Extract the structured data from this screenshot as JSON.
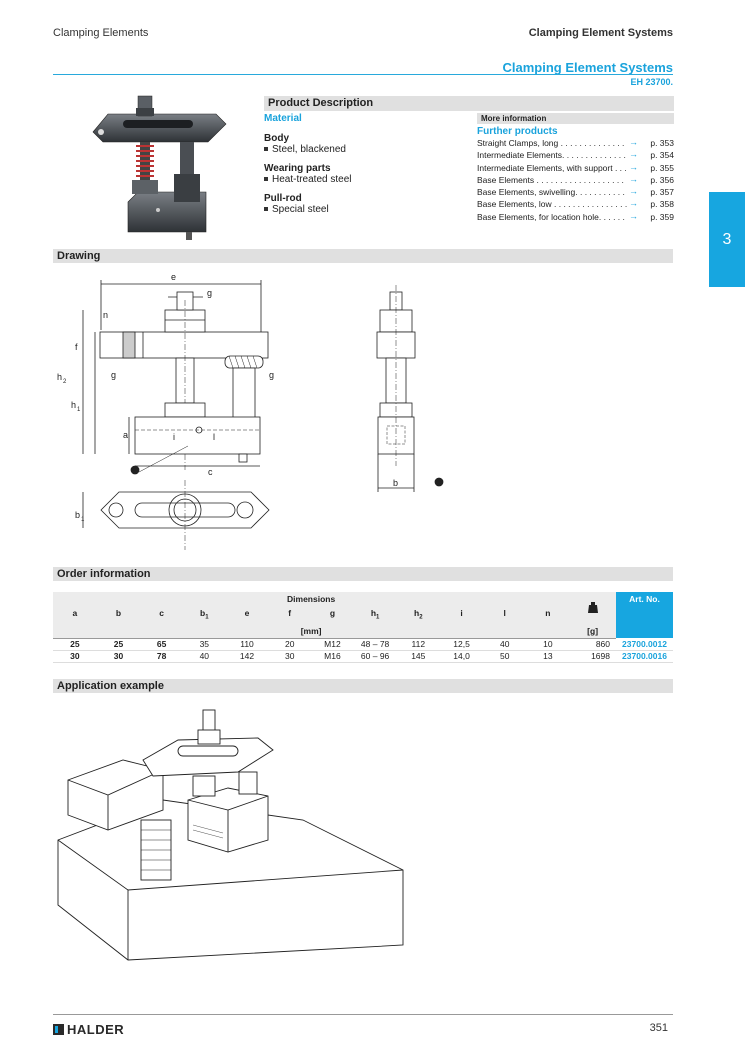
{
  "header": {
    "left": "Clamping Elements",
    "right": "Clamping Element Systems",
    "title": "Clamping Element Systems",
    "code": "EH 23700."
  },
  "side_tab": "3",
  "product_description": {
    "heading": "Product Description",
    "material_label": "Material",
    "groups": [
      {
        "title": "Body",
        "item": "Steel, blackened"
      },
      {
        "title": "Wearing parts",
        "item": "Heat-treated steel"
      },
      {
        "title": "Pull-rod",
        "item": "Special steel"
      }
    ]
  },
  "more_info": {
    "heading": "More information",
    "further_label": "Further products",
    "items": [
      {
        "name": "Straight Clamps, long . . . . . . . . . . . . . .",
        "page": "p. 353"
      },
      {
        "name": "Intermediate Elements. . . . . . . . . . . . . .",
        "page": "p. 354"
      },
      {
        "name": "Intermediate Elements, with support . . .",
        "page": "p. 355"
      },
      {
        "name": "Base Elements . . . . . . . . . . . . . . . . . . .",
        "page": "p. 356"
      },
      {
        "name": "Base Elements, swivelling. . . . . . . . . . .",
        "page": "p. 357"
      },
      {
        "name": "Base Elements, low . . . . . . . . . . . . . . . .",
        "page": "p. 358"
      },
      {
        "name": "Base Elements, for location hole. . . . . .",
        "page": "p. 359"
      }
    ],
    "arrow": "→"
  },
  "sections": {
    "drawing": "Drawing",
    "order": "Order information",
    "application": "Application example"
  },
  "drawing_labels": {
    "e": "e",
    "g": "g",
    "n": "n",
    "f": "f",
    "h2": "h",
    "h2_sub": "2",
    "h1": "h",
    "h1_sub": "1",
    "a": "a",
    "i": "i",
    "l": "l",
    "c": "c",
    "b": "b",
    "b1": "b",
    "b1_sub": "1"
  },
  "order_table": {
    "dimensions_label": "Dimensions",
    "unit_label": "[mm]",
    "weight_unit": "[g]",
    "art_label": "Art. No.",
    "columns": [
      {
        "main": "a",
        "sub": ""
      },
      {
        "main": "b",
        "sub": ""
      },
      {
        "main": "c",
        "sub": ""
      },
      {
        "main": "b",
        "sub": "1"
      },
      {
        "main": "e",
        "sub": ""
      },
      {
        "main": "f",
        "sub": ""
      },
      {
        "main": "g",
        "sub": ""
      },
      {
        "main": "h",
        "sub": "1"
      },
      {
        "main": "h",
        "sub": "2"
      },
      {
        "main": "i",
        "sub": ""
      },
      {
        "main": "l",
        "sub": ""
      },
      {
        "main": "n",
        "sub": ""
      }
    ],
    "rows": [
      {
        "cells": [
          "25",
          "25",
          "65",
          "35",
          "110",
          "20",
          "M12",
          "48 – 78",
          "112",
          "12,5",
          "40",
          "10",
          "860"
        ],
        "art": "23700.0012"
      },
      {
        "cells": [
          "30",
          "30",
          "78",
          "40",
          "142",
          "30",
          "M16",
          "60 – 96",
          "145",
          "14,0",
          "50",
          "13",
          "1698"
        ],
        "art": "23700.0016"
      }
    ]
  },
  "footer": {
    "brand": "HALDER",
    "page": "351"
  },
  "colors": {
    "accent": "#17a6e0",
    "band": "#e0e0e0"
  }
}
